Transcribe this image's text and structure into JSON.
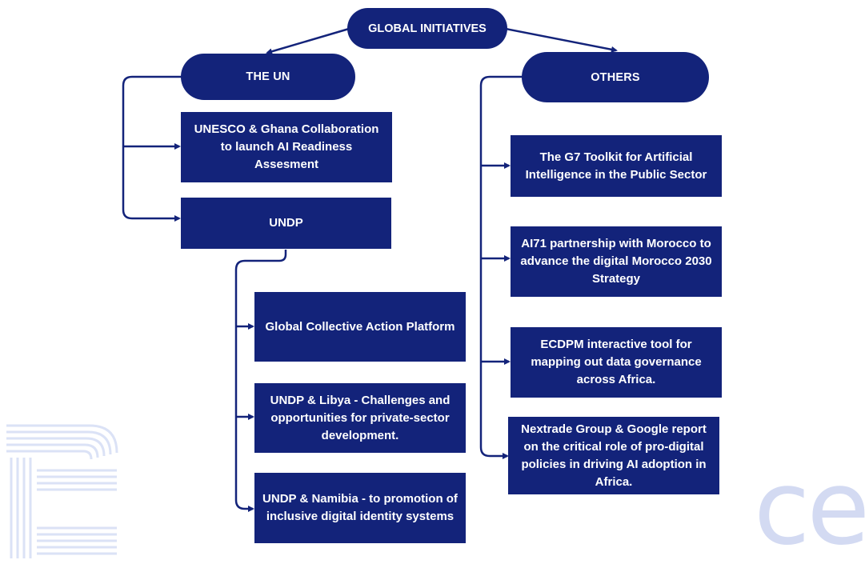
{
  "root": {
    "label": "GLOBAL INITIATIVES"
  },
  "branches": {
    "un": {
      "label": "THE UN",
      "items": [
        "UNESCO & Ghana Collaboration to launch AI Readiness Assesment",
        "UNDP"
      ],
      "undp_items": [
        "Global Collective Action Platform",
        "UNDP & Libya - Challenges and opportunities for private-sector development.",
        "UNDP & Namibia - to promotion of inclusive digital identity systems"
      ]
    },
    "others": {
      "label": "OTHERS",
      "items": [
        "The G7 Toolkit for Artificial Intelligence in the Public Sector",
        "AI71 partnership with Morocco to advance the digital Morocco 2030 Strategy",
        "ECDPM  interactive tool for mapping out data governance across Africa.",
        "Nextrade Group & Google report on the critical role of pro-digital policies in driving AI adoption in Africa."
      ]
    }
  },
  "watermark": {
    "text": "ce"
  },
  "colors": {
    "node": "#13237a",
    "line": "#13237a",
    "watermark": "#d3daf2"
  }
}
